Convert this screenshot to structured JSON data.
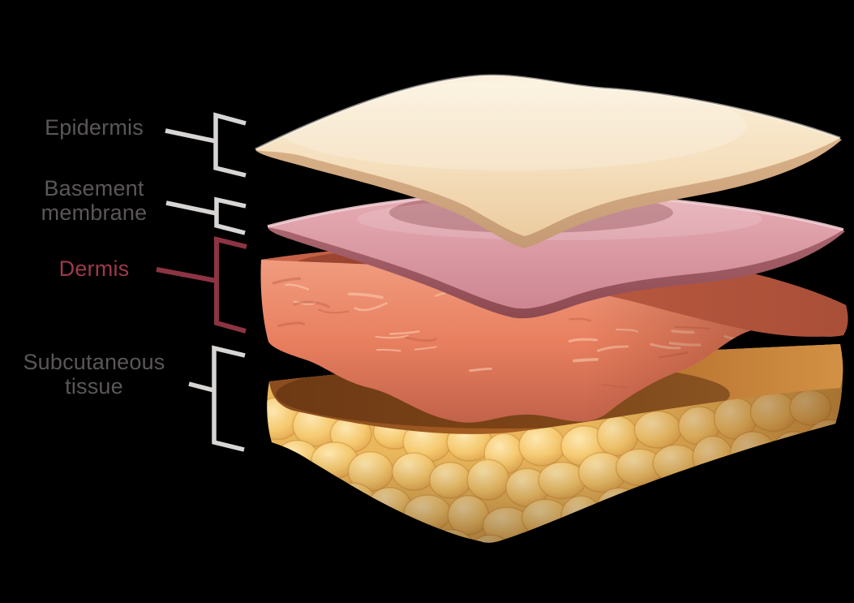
{
  "diagram": {
    "labels": [
      {
        "id": "epidermis",
        "text": "Epidermis"
      },
      {
        "id": "basement-membrane",
        "text": "Basement membrane"
      },
      {
        "id": "dermis",
        "text": "Dermis"
      },
      {
        "id": "subcutaneous-tissue",
        "text": "Subcutaneous tissue"
      }
    ],
    "colors": {
      "background": "#000000",
      "label_text": "#5b5758",
      "label_accent_text": "#9d3a4b",
      "bracket": "#d8d6d4",
      "bracket_accent": "#8c3443",
      "epidermis_layer": "#f5e0bf",
      "basement_membrane_layer": "#d995a0",
      "dermis_layer": "#ec8d70",
      "subcutaneous_layer": "#f2c36c"
    }
  }
}
